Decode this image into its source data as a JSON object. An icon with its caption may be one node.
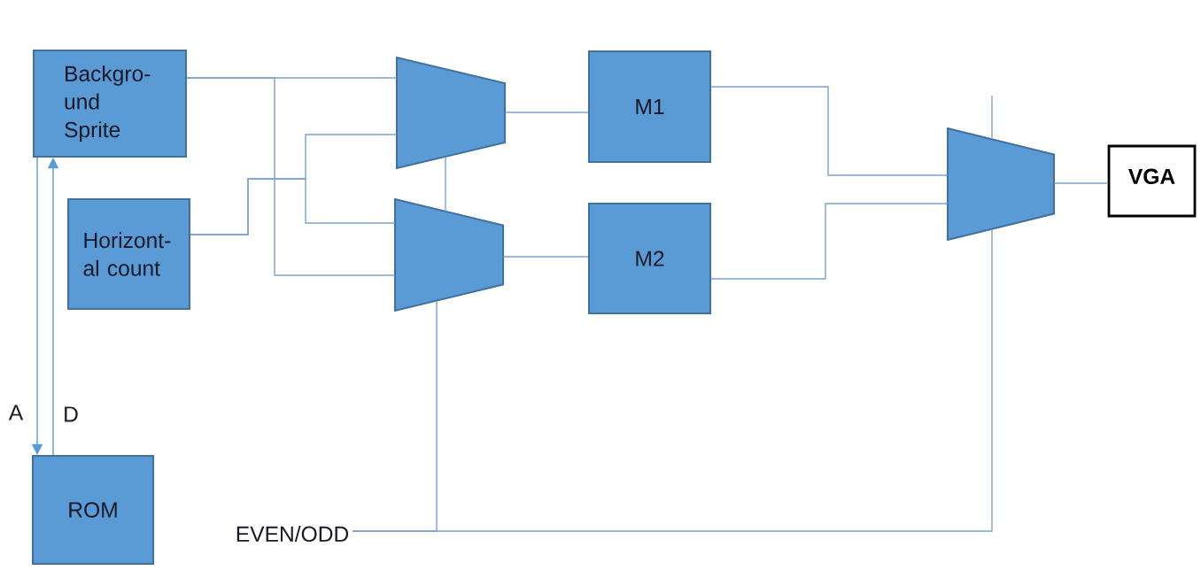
{
  "diagram": {
    "nodes": [
      {
        "text": [
          "Backgro- und Sprite"
        ]
      },
      {
        "text": [
          "Horizont- al count"
        ]
      },
      {
        "text": [],
        "shape": "trapezoid"
      },
      {
        "text": [],
        "shape": "trapezoid"
      },
      {
        "text": [
          "M1"
        ]
      },
      {
        "text": [
          "M2"
        ]
      },
      {
        "text": [],
        "shape": "trapezoid"
      },
      {
        "text": [
          "VGA"
        ]
      },
      {
        "text": [
          "ROM"
        ]
      },
      {
        "text": [
          "EVEN/ODD"
        ]
      }
    ],
    "edges": [
      {
        "from": 0,
        "to": 8,
        "arrow": "to",
        "label": "A"
      },
      {
        "from": 8,
        "to": 0,
        "arrow": "to",
        "label": "D"
      },
      {
        "from": 0,
        "to": 2,
        "arrow": "none"
      },
      {
        "from": 0,
        "to": 3,
        "arrow": "none"
      },
      {
        "from": 1,
        "to": 2,
        "arrow": "none"
      },
      {
        "from": 1,
        "to": 3,
        "arrow": "none"
      },
      {
        "from": 2,
        "to": 4,
        "arrow": "none"
      },
      {
        "from": 3,
        "to": 5,
        "arrow": "none"
      },
      {
        "from": 4,
        "to": 6,
        "arrow": "none"
      },
      {
        "from": 5,
        "to": 6,
        "arrow": "none"
      },
      {
        "from": 6,
        "to": 7,
        "arrow": "none"
      },
      {
        "from": 9,
        "to": 3,
        "arrow": "none"
      },
      {
        "from": 3,
        "to": 2,
        "arrow": "none"
      },
      {
        "from": 9,
        "to": 6,
        "arrow": "none"
      },
      {
        "from": 6,
        "to": null,
        "arrow": "none"
      }
    ]
  }
}
